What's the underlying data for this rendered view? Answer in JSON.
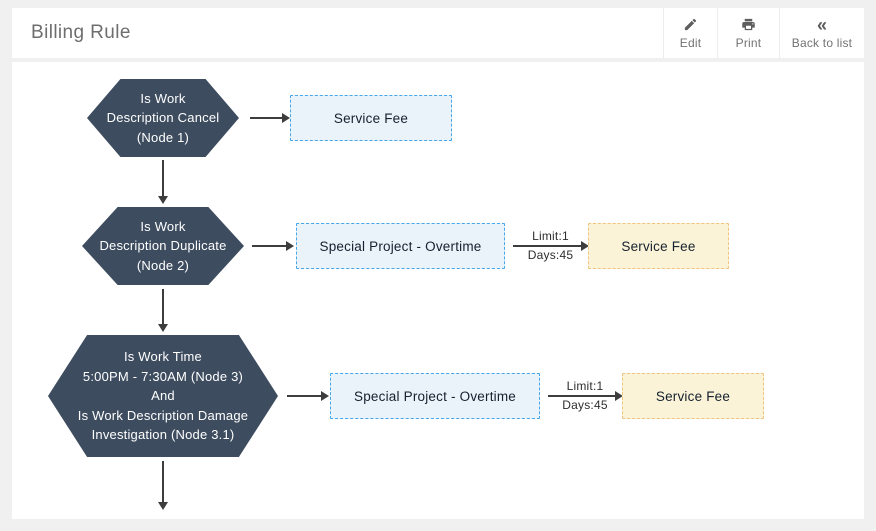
{
  "header": {
    "title": "Billing Rule",
    "actions": [
      {
        "label": "Edit",
        "icon": "pencil-icon"
      },
      {
        "label": "Print",
        "icon": "printer-icon"
      },
      {
        "label": "Back to list",
        "icon": "double-chevron-left-icon",
        "glyph": "«"
      }
    ]
  },
  "flow": {
    "rows": [
      {
        "condition": "Is Work\nDescription Cancel\n(Node 1)",
        "outcome": "Service Fee"
      },
      {
        "condition": "Is Work\nDescription Duplicate\n(Node 2)",
        "service": "Special Project - Overtime",
        "edge": {
          "limit": "Limit:1",
          "days": "Days:45"
        },
        "outcome": "Service Fee"
      },
      {
        "condition": "Is Work Time\n5:00PM - 7:30AM (Node 3)\nAnd\nIs Work Description Damage\nInvestigation (Node 3.1)",
        "service": "Special Project - Overtime",
        "edge": {
          "limit": "Limit:1",
          "days": "Days:45"
        },
        "outcome": "Service Fee"
      }
    ]
  },
  "colors": {
    "hexagon_fill": "#3d4c5f",
    "service_box_bg": "#eaf2fa",
    "service_box_border": "#45a7ea",
    "fee_box_bg": "#faf3d8",
    "fee_box_border": "#f0c47c",
    "arrow": "#3d3d3d",
    "page_bg": "#f0f0f1",
    "card_bg": "#ffffff",
    "title_text": "#6e6e6e"
  }
}
